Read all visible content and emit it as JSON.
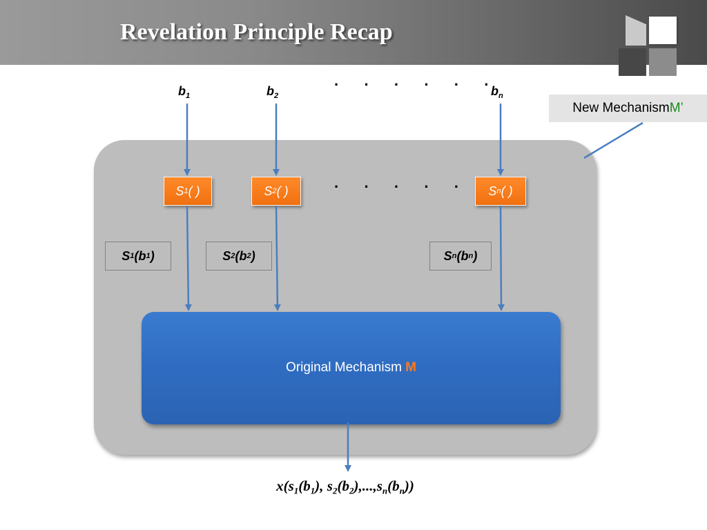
{
  "slide": {
    "title": "Revelation Principle Recap"
  },
  "diagram": {
    "bids": [
      {
        "base": "b",
        "sub": "1"
      },
      {
        "base": "b",
        "sub": "2"
      },
      {
        "base": "b",
        "sub": "n"
      }
    ],
    "ellipsis": "· · · · · ·",
    "strategies": [
      {
        "base": "S",
        "sub": "1",
        "suffix": "( )"
      },
      {
        "base": "S",
        "sub": "2",
        "suffix": "( )"
      },
      {
        "base": "S",
        "sub": "n",
        "suffix": "( )"
      }
    ],
    "strategy_outputs": [
      {
        "base": "S",
        "sub": "1",
        "mid": "(b",
        "sub2": "1",
        "end": " )"
      },
      {
        "base": "S",
        "sub": "2",
        "mid": "(b",
        "sub2": "2",
        "end": " )"
      },
      {
        "base": "S",
        "sub": "n",
        "mid": "(b",
        "sub2": "n",
        "end": ")"
      }
    ],
    "original_mechanism": {
      "label": "Original Mechanism ",
      "symbol": "M",
      "symbol_color": "#ff7a1a"
    },
    "new_mechanism": {
      "label": "New Mechanism ",
      "symbol": "M’",
      "symbol_color": "#1a8a1a"
    },
    "output": {
      "parts": [
        "x(s",
        "1",
        "(b",
        "1",
        "), s",
        "2",
        "(b",
        "2",
        "),...,s",
        "n",
        "(b",
        "n",
        "))"
      ]
    },
    "colors": {
      "arrow": "#4a7ebf",
      "outer_box": "#bdbdbd",
      "inner_box": "#2f6cc1",
      "strategy_box": "#f07010"
    }
  }
}
